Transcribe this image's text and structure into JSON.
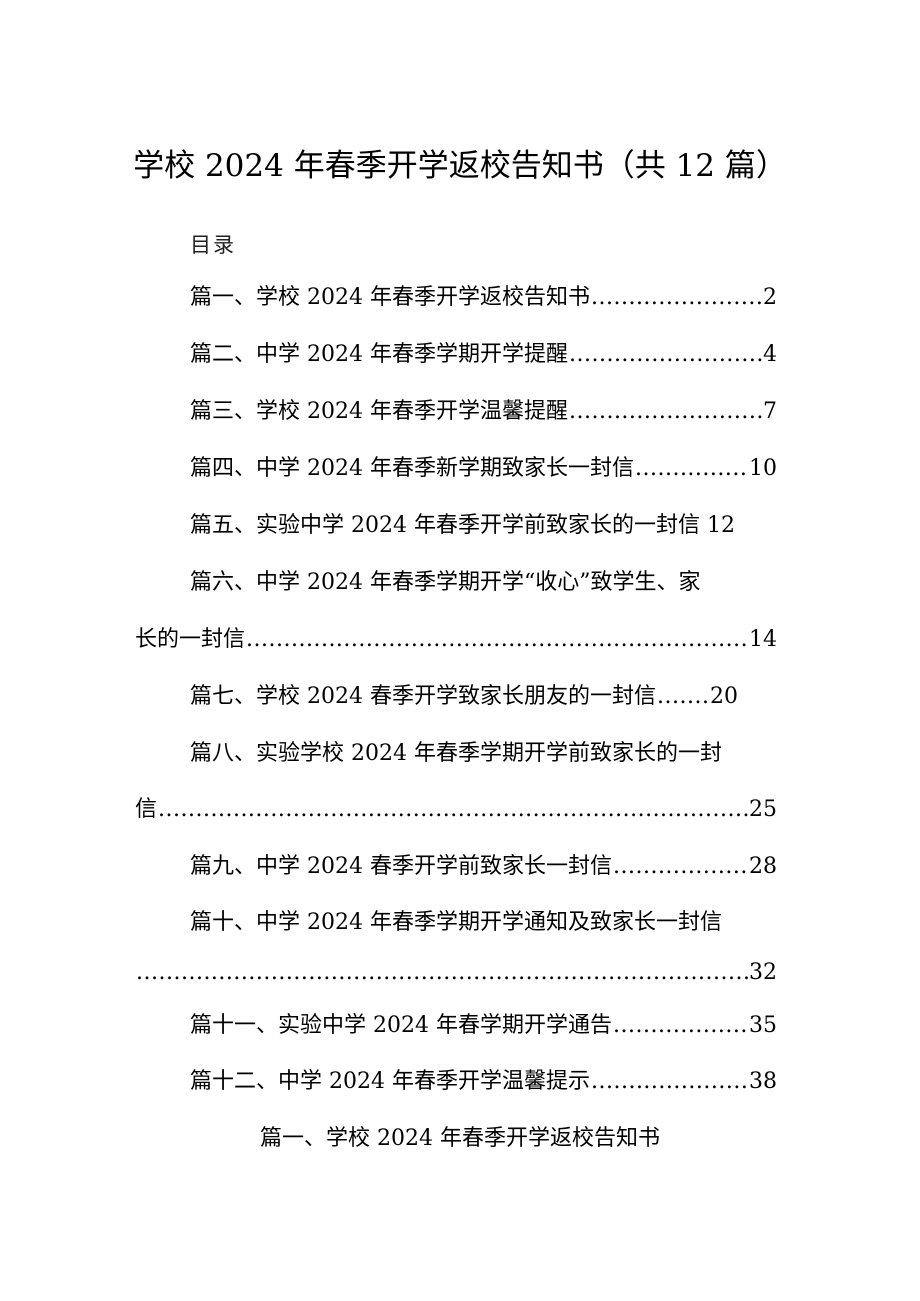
{
  "document": {
    "title": "学校 2024 年春季开学返校告知书（共 12 篇）",
    "toc_heading": "目录",
    "toc": [
      {
        "text": "篇一、学校 2024 年春季开学返校告知书",
        "page": "2"
      },
      {
        "text": "篇二、中学 2024 年春季学期开学提醒",
        "page": "4"
      },
      {
        "text": "篇三、学校 2024 年春季开学温馨提醒",
        "page": "7"
      },
      {
        "text": "篇四、中学 2024 年春季新学期致家长一封信",
        "page": "10"
      },
      {
        "text": "篇五、实验中学 2024 年春季开学前致家长的一封信 12"
      },
      {
        "text": "篇六、中学 2024 年春季学期开学“收心”致学生、家",
        "cont": "长的一封信",
        "page": "14"
      },
      {
        "text": "篇七、学校 2024 春季开学致家长朋友的一封信",
        "page": "20"
      },
      {
        "text": "篇八、实验学校 2024 年春季学期开学前致家长的一封",
        "cont": "信",
        "page": "25"
      },
      {
        "text": "篇九、中学 2024 春季开学前致家长一封信",
        "page": "28"
      },
      {
        "text": "篇十、中学 2024 年春季学期开学通知及致家长一封信",
        "cont": "",
        "page": "32"
      },
      {
        "text": "篇十一、实验中学 2024 年春学期开学通告",
        "page": "35"
      },
      {
        "text": "篇十二、中学 2024 年春季开学温馨提示",
        "page": "38"
      }
    ],
    "section_heading": "篇一、学校 2024 年春季开学返校告知书"
  }
}
